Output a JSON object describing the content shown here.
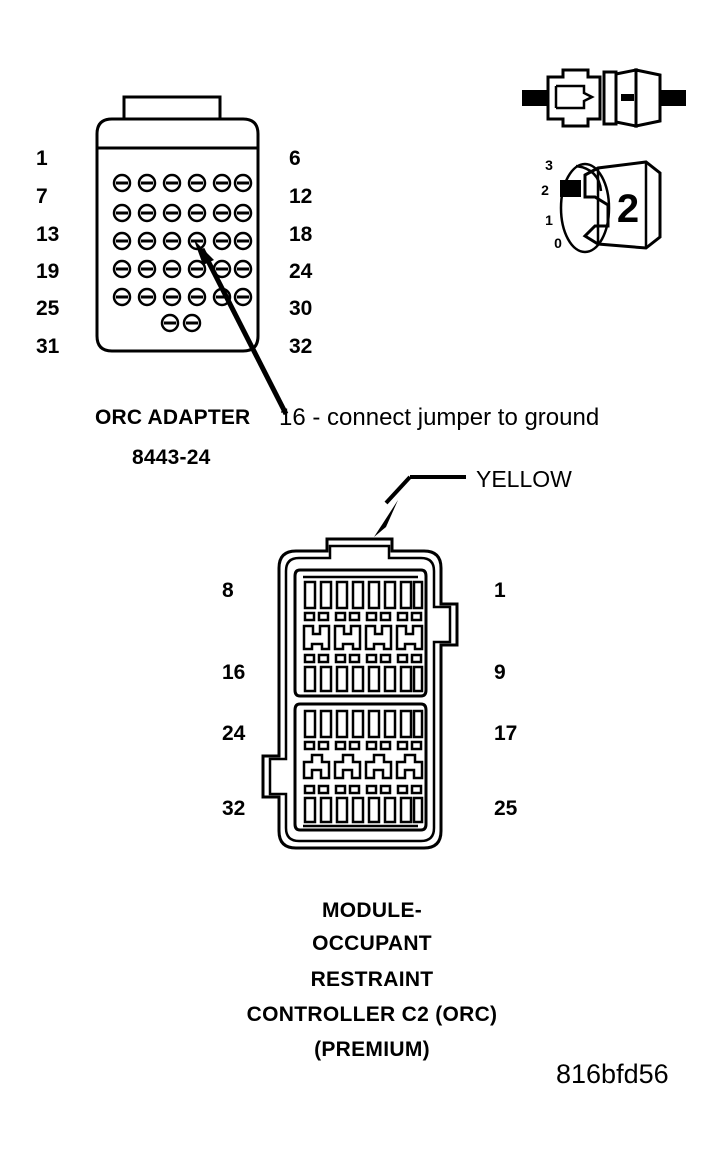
{
  "figure": {
    "id_code": "816bfd56",
    "background_color": "#ffffff",
    "ink_color": "#000000"
  },
  "orc_adapter": {
    "name": "ORC ADAPTER",
    "part_number": "8443-24",
    "title_label": "ORC ADAPTER",
    "left_pin_numbers": [
      "1",
      "7",
      "13",
      "19",
      "25",
      "31"
    ],
    "right_pin_numbers": [
      "6",
      "12",
      "18",
      "24",
      "30",
      "32"
    ],
    "grid_rows": 5,
    "grid_cols": 6,
    "extra_row_pins": 2,
    "total_cavities": 32
  },
  "callout": {
    "pin_instruction": "16 - connect jumper to ground",
    "target_pin": "16"
  },
  "jumper_tool": {
    "dial_labels": [
      "3",
      "2",
      "1",
      "0"
    ],
    "selected_position": "2",
    "face_number": "2"
  },
  "orc_c2_connector": {
    "wire_label": "YELLOW",
    "left_pin_numbers": [
      "8",
      "16",
      "24",
      "32"
    ],
    "right_pin_numbers": [
      "1",
      "9",
      "17",
      "25"
    ],
    "caption": [
      "MODULE-",
      "OCCUPANT",
      "RESTRAINT",
      "CONTROLLER C2 (ORC)",
      "(PREMIUM)"
    ]
  }
}
